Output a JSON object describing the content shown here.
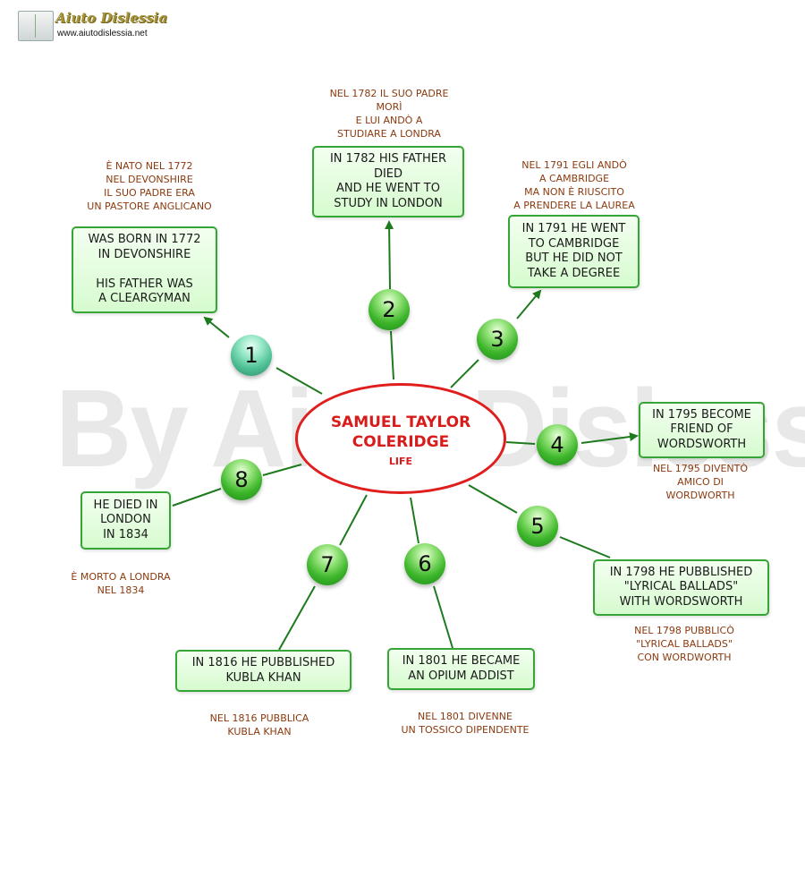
{
  "logo": {
    "title": "Aiuto Dislessia",
    "url": "www.aiutodislessia.net"
  },
  "watermark": "By AiutoDislessia.net",
  "center": {
    "title": "SAMUEL TAYLOR\nCOLERIDGE",
    "subtitle": "LIFE"
  },
  "nodes": [
    {
      "number": "1",
      "text": "WAS BORN IN 1772\nIN DEVONSHIRE\n\nHIS FATHER WAS\nA CLEARGYMAN",
      "note": "È NATO NEL 1772\nNEL DEVONSHIRE\nIL SUO PADRE ERA\nUN PASTORE ANGLICANO"
    },
    {
      "number": "2",
      "text": "IN 1782 HIS FATHER\nDIED\nAND HE WENT TO\nSTUDY IN LONDON",
      "note": "NEL 1782 IL SUO PADRE\nMORÌ\nE LUI ANDÒ A\nSTUDIARE A LONDRA"
    },
    {
      "number": "3",
      "text": "IN 1791 HE WENT\nTO CAMBRIDGE\nBUT HE DID NOT\nTAKE A DEGREE",
      "note": "NEL 1791 EGLI ANDÒ\nA CAMBRIDGE\nMA NON È RIUSCITO\nA PRENDERE LA LAUREA"
    },
    {
      "number": "4",
      "text": "IN 1795 BECOME\nFRIEND OF\nWORDSWORTH",
      "note": "NEL 1795 DIVENTÒ\nAMICO DI\nWORDWORTH"
    },
    {
      "number": "5",
      "text": "IN 1798 HE PUBBLISHED\n\"LYRICAL BALLADS\"\nWITH WORDSWORTH",
      "note": "NEL 1798 PUBBLICÒ\n\"LYRICAL BALLADS\"\nCON WORDWORTH"
    },
    {
      "number": "6",
      "text": "IN 1801 HE BECAME\nAN OPIUM ADDIST",
      "note": "NEL 1801 DIVENNE\nUN TOSSICO DIPENDENTE"
    },
    {
      "number": "7",
      "text": "IN 1816 HE PUBBLISHED\nKUBLA KHAN",
      "note": "NEL 1816 PUBBLICA\nKUBLA KHAN"
    },
    {
      "number": "8",
      "text": "HE DIED IN\nLONDON\nIN 1834",
      "note": "È MORTO A LONDRA\nNEL 1834"
    }
  ],
  "colors": {
    "box_border": "#35a535",
    "note_text": "#8b3a0e",
    "center_border": "#e01e1e",
    "connector": "#1e7a1e"
  },
  "icons": {
    "logo": "book-icon",
    "nodes": "green-sphere-icon"
  }
}
